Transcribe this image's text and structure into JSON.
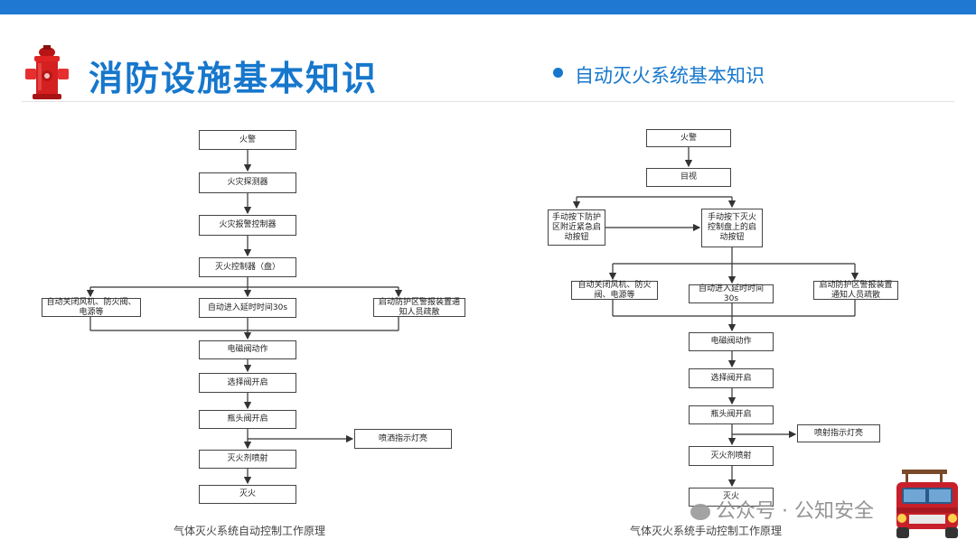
{
  "header": {
    "title": "消防设施基本知识",
    "subtitle": "自动灭火系统基本知识"
  },
  "left_chart": {
    "caption": "气体灭火系统自动控制工作原理",
    "nodes": {
      "fire_alarm": "火警",
      "detector": "火灾探测器",
      "alarm_controller": "火灾报警控制器",
      "extinguish_controller": "灭火控制器（盘）",
      "auto_close": "自动关闭风机、防火阀、电源等",
      "delay": "自动进入延时时间30s",
      "zone_alarm": "启动防护区警报装置通知人员疏散",
      "solenoid": "电磁阀动作",
      "selector": "选择阀开启",
      "bottle_valve": "瓶头阀开启",
      "spray_lamp": "喷洒指示灯亮",
      "agent_spray": "灭火剂喷射",
      "extinguish": "灭火"
    }
  },
  "right_chart": {
    "caption": "气体灭火系统手动控制工作原理",
    "nodes": {
      "fire_alarm": "火警",
      "witness": "目视",
      "manual_emergency": "手动按下防护区附近紧急启动按钮",
      "manual_panel": "手动按下灭火控制盘上的启动按钮",
      "auto_close": "自动关闭风机、防火阀、电源等",
      "delay": "自动进入延时时间30s",
      "zone_alarm": "启动防护区警报装置通知人员疏散",
      "solenoid": "电磁阀动作",
      "selector": "选择阀开启",
      "bottle_valve": "瓶头阀开启",
      "spray_lamp": "喷射指示灯亮",
      "agent_spray": "灭火剂喷射",
      "extinguish": "灭火"
    }
  },
  "watermark": "公众号 · 公知安全",
  "colors": {
    "accent": "#1677cc",
    "topbar": "#1f78d1",
    "hydrant": "#d42020",
    "truck": "#c8202a"
  },
  "icons": {
    "left": "fire-hydrant-icon",
    "right": "fire-truck-icon"
  }
}
